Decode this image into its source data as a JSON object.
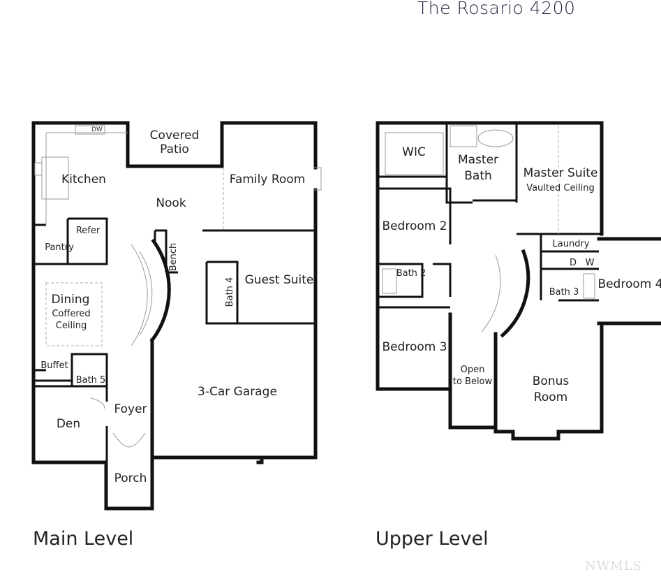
{
  "title": "The Rosario 4200",
  "watermark": "NWMLS",
  "main_level": {
    "label": "Main Level",
    "rooms": {
      "covered_patio_1": "Covered",
      "covered_patio_2": "Patio",
      "kitchen": "Kitchen",
      "dw": "DW",
      "nook": "Nook",
      "family_room": "Family Room",
      "refer": "Refer",
      "pantry": "Pantry",
      "bench": "Bench",
      "guest_suite": "Guest Suite",
      "bath4": "Bath 4",
      "dining": "Dining",
      "dining_note_1": "Coffered",
      "dining_note_2": "Ceiling",
      "buffet": "Buffet",
      "bath5": "Bath 5",
      "foyer": "Foyer",
      "den": "Den",
      "garage": "3-Car Garage",
      "porch": "Porch"
    }
  },
  "upper_level": {
    "label": "Upper Level",
    "rooms": {
      "wic": "WIC",
      "master_bath_1": "Master",
      "master_bath_2": "Bath",
      "master_suite": "Master Suite",
      "master_suite_note": "Vaulted Ceiling",
      "bedroom2": "Bedroom 2",
      "laundry": "Laundry",
      "dryer": "D",
      "washer": "W",
      "bath2": "Bath 2",
      "bath3": "Bath 3",
      "bedroom4": "Bedroom 4",
      "bedroom3": "Bedroom 3",
      "open_below_1": "Open",
      "open_below_2": "to Below",
      "bonus_1": "Bonus",
      "bonus_2": "Room"
    }
  }
}
